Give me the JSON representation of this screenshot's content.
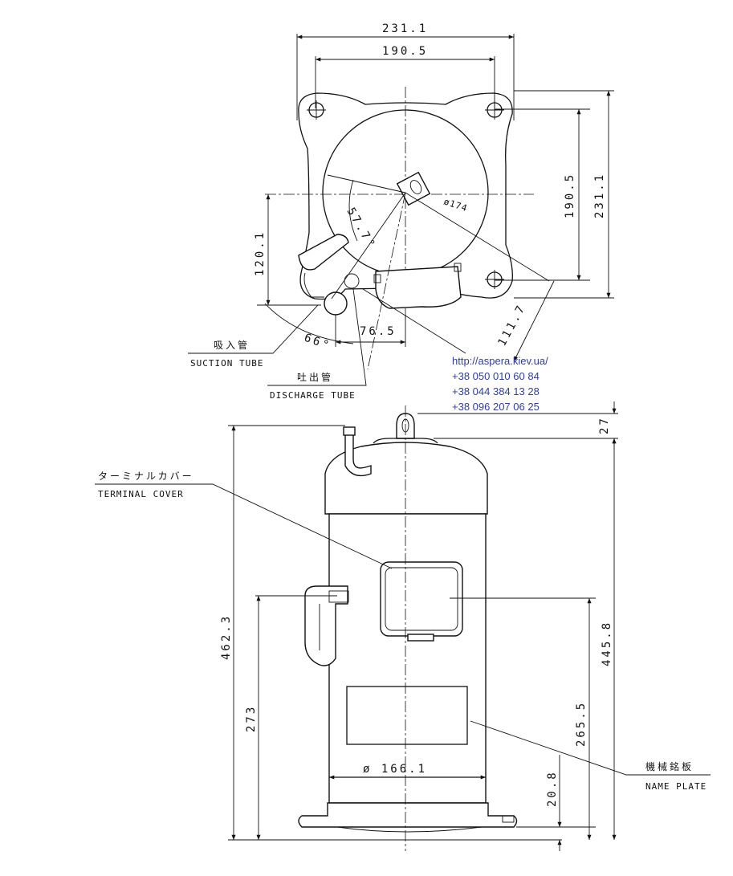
{
  "top_view": {
    "dims": {
      "outer_width": "231.1",
      "bolt_width": "190.5",
      "bolt_height": "190.5",
      "outer_height": "231.1",
      "offset_left": "120.1",
      "diameter": "ø174",
      "angle_top": "57.7°",
      "angle_bottom": "66°",
      "suction_offset": "76.5",
      "diag": "111.7"
    },
    "suction": {
      "jp": "吸入管",
      "en": "SUCTION TUBE"
    },
    "discharge": {
      "jp": "吐出管",
      "en": "DISCHARGE TUBE"
    }
  },
  "side_view": {
    "dims": {
      "top_lug": "27",
      "total_height": "462.3",
      "body_height": "445.8",
      "suction_height": "273",
      "terminal_height": "265.5",
      "base_height": "20.8",
      "shell_diameter": "ø 166.1"
    },
    "terminal_cover": {
      "jp": "ターミナルカバー",
      "en": "TERMINAL COVER"
    },
    "name_plate": {
      "jp": "機械銘板",
      "en": "NAME PLATE"
    }
  },
  "contact": {
    "url": "http://aspera.kiev.ua/",
    "phones": [
      "+38 050 010 60 84",
      "+38 044 384 13 28",
      "+38 096 207 06 25"
    ]
  },
  "colors": {
    "line": "#111111",
    "contact": "#2f3f9f"
  }
}
